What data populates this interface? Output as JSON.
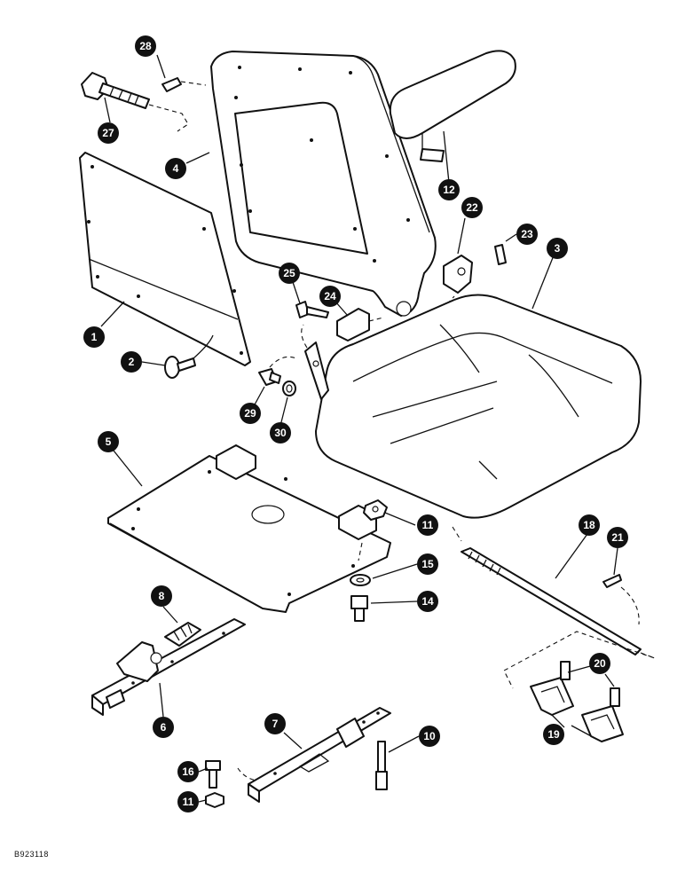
{
  "callouts": {
    "c1": "1",
    "c2": "2",
    "c3": "3",
    "c4": "4",
    "c5": "5",
    "c6": "6",
    "c7": "7",
    "c8": "8",
    "c10": "10",
    "c11a": "11",
    "c11b": "11",
    "c12": "12",
    "c14": "14",
    "c15": "15",
    "c16": "16",
    "c18": "18",
    "c19": "19",
    "c20": "20",
    "c21": "21",
    "c22": "22",
    "c23": "23",
    "c24": "24",
    "c25": "25",
    "c27": "27",
    "c28": "28",
    "c29": "29",
    "c30": "30"
  },
  "figure_code": "B923118"
}
